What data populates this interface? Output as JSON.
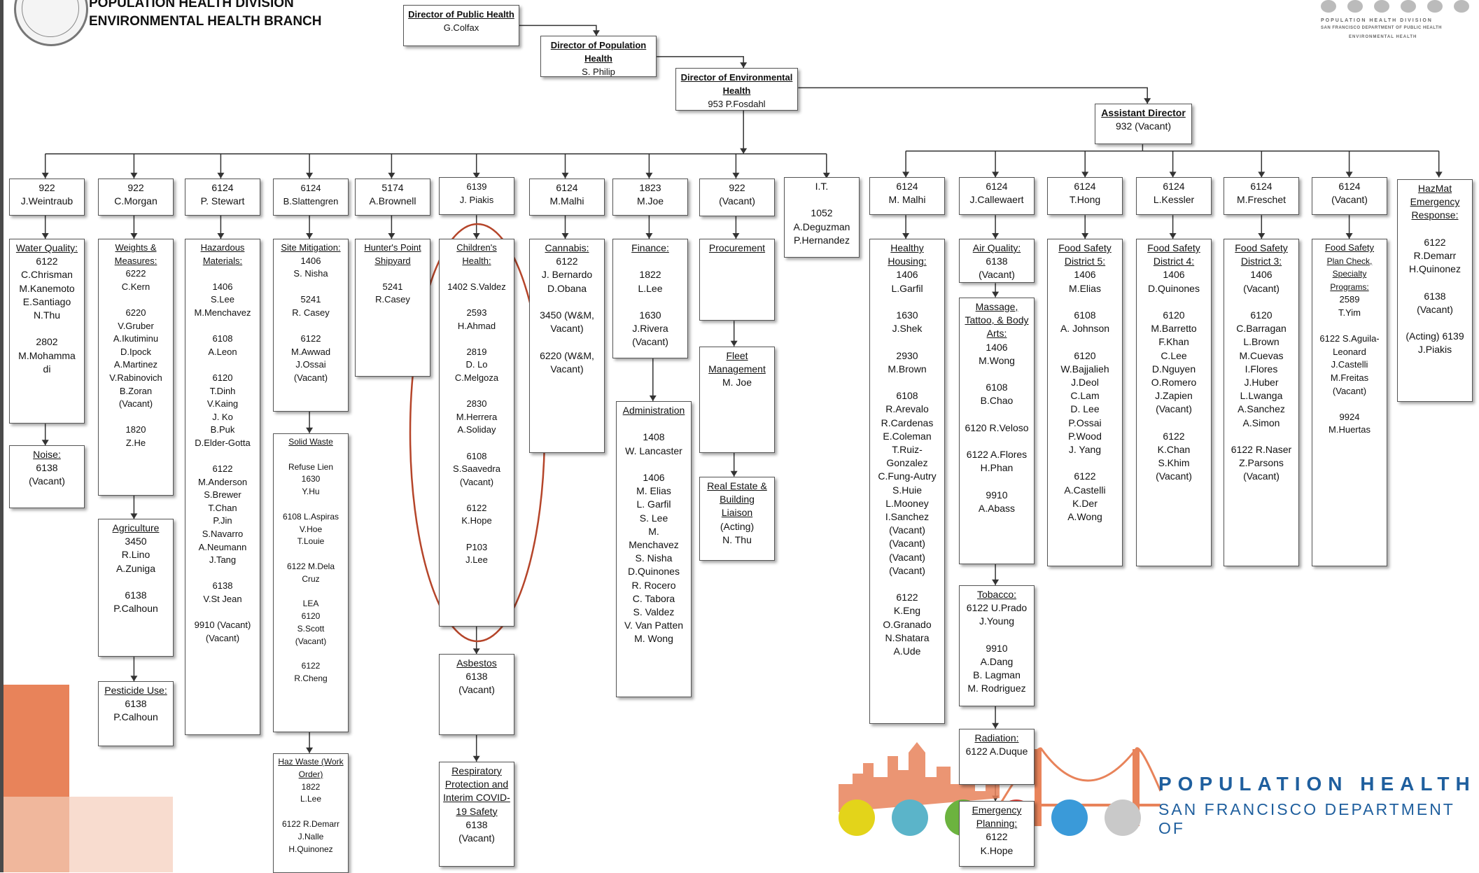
{
  "header": {
    "line1": "POPULATION HEALTH DIVISION",
    "line2": "ENVIRONMENTAL HEALTH BRANCH"
  },
  "logo_top_right": {
    "line1": "POPULATION HEALTH DIVISION",
    "line2": "SAN FRANCISCO DEPARTMENT OF PUBLIC HEALTH",
    "line3": "ENVIRONMENTAL HEALTH"
  },
  "footer_logo": {
    "line1": "POPULATION HEALTH",
    "line2": "SAN FRANCISCO DEPARTMENT OF"
  },
  "nodes": {
    "dph": {
      "head": "Director of Public Health",
      "body": "G.Colfax"
    },
    "dpop": {
      "head": "Director of Population Health",
      "body": "S. Philip"
    },
    "deh": {
      "head": "Director of Environmental Health",
      "body": "953 P.Fosdahl"
    },
    "asst": {
      "head": "Assistant Director",
      "body": "932 (Vacant)"
    },
    "m1": {
      "body": "922\nJ.Weintraub"
    },
    "m2": {
      "body": "922\nC.Morgan"
    },
    "m3": {
      "body": "6124\nP. Stewart"
    },
    "m4": {
      "body": "6124\nB.Slattengren"
    },
    "m5": {
      "body": "5174\nA.Brownell"
    },
    "m6": {
      "body": "6139\nJ. Piakis"
    },
    "m7": {
      "body": "6124\nM.Malhi"
    },
    "m8": {
      "body": "1823\nM.Joe"
    },
    "m9": {
      "body": "922\n(Vacant)"
    },
    "m10": {
      "body": "I.T.\n\n1052\nA.Deguzman\nP.Hernandez"
    },
    "m11": {
      "body": "6124\nM. Malhi"
    },
    "m12": {
      "body": "6124\nJ.Callewaert"
    },
    "m13": {
      "body": "6124\nT.Hong"
    },
    "m14": {
      "body": "6124\nL.Kessler"
    },
    "m15": {
      "body": "6124\nM.Freschet"
    },
    "m16": {
      "body": "6124\n(Vacant)"
    },
    "hazmat": {
      "head": "HazMat Emergency Response:",
      "body": "\n6122\nR.Demarr\nH.Quinonez\n\n6138\n(Vacant)\n\n(Acting) 6139\nJ.Piakis"
    },
    "water": {
      "head": "Water Quality:",
      "body": "6122\nC.Chrisman\nM.Kanemoto\nE.Santiago\nN.Thu\n\n2802\nM.Mohamma\ndi"
    },
    "noise": {
      "head": "Noise:",
      "body": "6138\n(Vacant)"
    },
    "weights": {
      "head": "Weights & Measures:",
      "body": "6222\nC.Kern\n\n6220\nV.Gruber\nA.Ikutiminu\nD.Ipock\nA.Martinez\nV.Rabinovich\nB.Zoran\n(Vacant)\n\n1820\nZ.He"
    },
    "agri": {
      "head": "Agriculture",
      "body": "3450\nR.Lino\nA.Zuniga\n\n6138\nP.Calhoun"
    },
    "pest": {
      "head": "Pesticide Use:",
      "body": "6138\nP.Calhoun"
    },
    "hazmatl": {
      "head": "Hazardous Materials:",
      "body": "\n1406\nS.Lee\nM.Menchavez\n\n6108\nA.Leon\n\n6120\nT.Dinh\nV.Kaing\nJ. Ko\nB.Puk\nD.Elder-Gotta\n\n6122\nM.Anderson\nS.Brewer\nT.Chan\nP.Jin\nS.Navarro\nA.Neumann\nJ.Tang\n\n6138\nV.St Jean\n\n9910 (Vacant)\n(Vacant)"
    },
    "site": {
      "head": "Site Mitigation:",
      "body": "1406\nS. Nisha\n\n5241\nR. Casey\n\n6122\nM.Awwad\nJ.Ossai\n(Vacant)"
    },
    "solid": {
      "head": "Solid Waste",
      "body": "\nRefuse Lien\n1630\nY.Hu\n\n6108 L.Aspiras\nV.Hoe\nT.Louie\n\n6122 M.Dela\nCruz\n\nLEA\n6120\nS.Scott\n(Vacant)\n\n6122\nR.Cheng"
    },
    "hazwaste": {
      "head": "Haz Waste (Work Order)",
      "body": "1822\nL.Lee\n\n6122 R.Demarr\nJ.Nalle\nH.Quinonez"
    },
    "hunters": {
      "head": "Hunter's Point Shipyard",
      "body": "\n5241\nR.Casey"
    },
    "children": {
      "head": "Children's Health:",
      "body": "\n1402 S.Valdez\n\n2593\nH.Ahmad\n\n2819\nD. Lo\nC.Melgoza\n\n2830\nM.Herrera\nA.Soliday\n\n6108\nS.Saavedra\n(Vacant)\n\n6122\nK.Hope\n\nP103\nJ.Lee"
    },
    "asbestos": {
      "head": "Asbestos",
      "body": "6138\n(Vacant)"
    },
    "resp": {
      "head": "Respiratory Protection and Interim COVID-19 Safety",
      "body": "6138\n(Vacant)"
    },
    "cannabis": {
      "head": "Cannabis:",
      "body": "6122\nJ. Bernardo\nD.Obana\n\n3450 (W&M,\nVacant)\n\n6220 (W&M,\nVacant)"
    },
    "finance": {
      "head": "Finance:",
      "body": "\n1822\nL.Lee\n\n1630\nJ.Rivera\n(Vacant)"
    },
    "admin": {
      "head": "Administration",
      "body": "\n1408\nW. Lancaster\n\n1406\nM. Elias\nL. Garfil\nS. Lee\nM.\nMenchavez\nS. Nisha\nD.Quinones\nR. Rocero\nC. Tabora\nS. Valdez\nV. Van Patten\nM. Wong"
    },
    "procure": {
      "head": "Procurement",
      "body": ""
    },
    "fleet": {
      "head": "Fleet Management",
      "body": "M.  Joe"
    },
    "realestate": {
      "head": "Real Estate & Building Liaison",
      "body": "(Acting)\nN. Thu"
    },
    "housing": {
      "head": "Healthy Housing:",
      "body": "1406\nL.Garfil\n\n1630\nJ.Shek\n\n2930\nM.Brown\n\n6108\nR.Arevalo\nR.Cardenas\nE.Coleman\nT.Ruiz-\nGonzalez\nC.Fung-Autry\nS.Huie\nL.Mooney\nI.Sanchez\n(Vacant)\n(Vacant)\n(Vacant)\n(Vacant)\n\n6122\nK.Eng\nO.Granado\nN.Shatara\nA.Ude"
    },
    "air": {
      "head": "Air Quality:",
      "body": "6138\n(Vacant)"
    },
    "massage": {
      "head": "Massage, Tattoo, & Body Arts:",
      "body": "1406\nM.Wong\n\n6108\nB.Chao\n\n6120 R.Veloso\n\n6122 A.Flores\nH.Phan\n\n9910\nA.Abass"
    },
    "tobacco": {
      "head": "Tobacco:",
      "body": "6122 U.Prado\nJ.Young\n\n9910\nA.Dang\nB. Lagman\nM. Rodriguez"
    },
    "radiation": {
      "head": "Radiation:",
      "body": "6122 A.Duque"
    },
    "emergency": {
      "head": "Emergency Planning:",
      "body": "6122\nK.Hope"
    },
    "fs5": {
      "head": "Food Safety District 5:",
      "body": "1406\nM.Elias\n\n6108\nA. Johnson\n\n6120\nW.Bajjalieh\nJ.Deol\nC.Lam\nD. Lee\nP.Ossai\nP.Wood\nJ. Yang\n\n6122\nA.Castelli\nK.Der\nA.Wong"
    },
    "fs4": {
      "head": "Food Safety District 4:",
      "body": "1406\nD.Quinones\n\n6120\nM.Barretto\nF.Khan\nC.Lee\nD.Nguyen\nO.Romero\nJ.Zapien\n(Vacant)\n\n6122\nK.Chan\nS.Khim\n(Vacant)"
    },
    "fs3": {
      "head": "Food Safety District 3:",
      "body": "1406\n(Vacant)\n\n6120\nC.Barragan\nL.Brown\nM.Cuevas\nI.Flores\nJ.Huber\nL.Lwanga\nA.Sanchez\nA.Simon\n\n6122 R.Naser\nZ.Parsons\n(Vacant)"
    },
    "fsplan": {
      "head": "Food Safety",
      "head2": "Plan Check, Specialty Programs:",
      "body": "2589\nT.Yim\n\n6122 S.Aguila-\nLeonard\nJ.Castelli\nM.Freitas\n(Vacant)\n\n9924\nM.Huertas"
    }
  },
  "colors": {
    "accent_orange": "#e8835a",
    "ellipse": "#b5452a",
    "footer_blue": "#1f5f9e"
  }
}
